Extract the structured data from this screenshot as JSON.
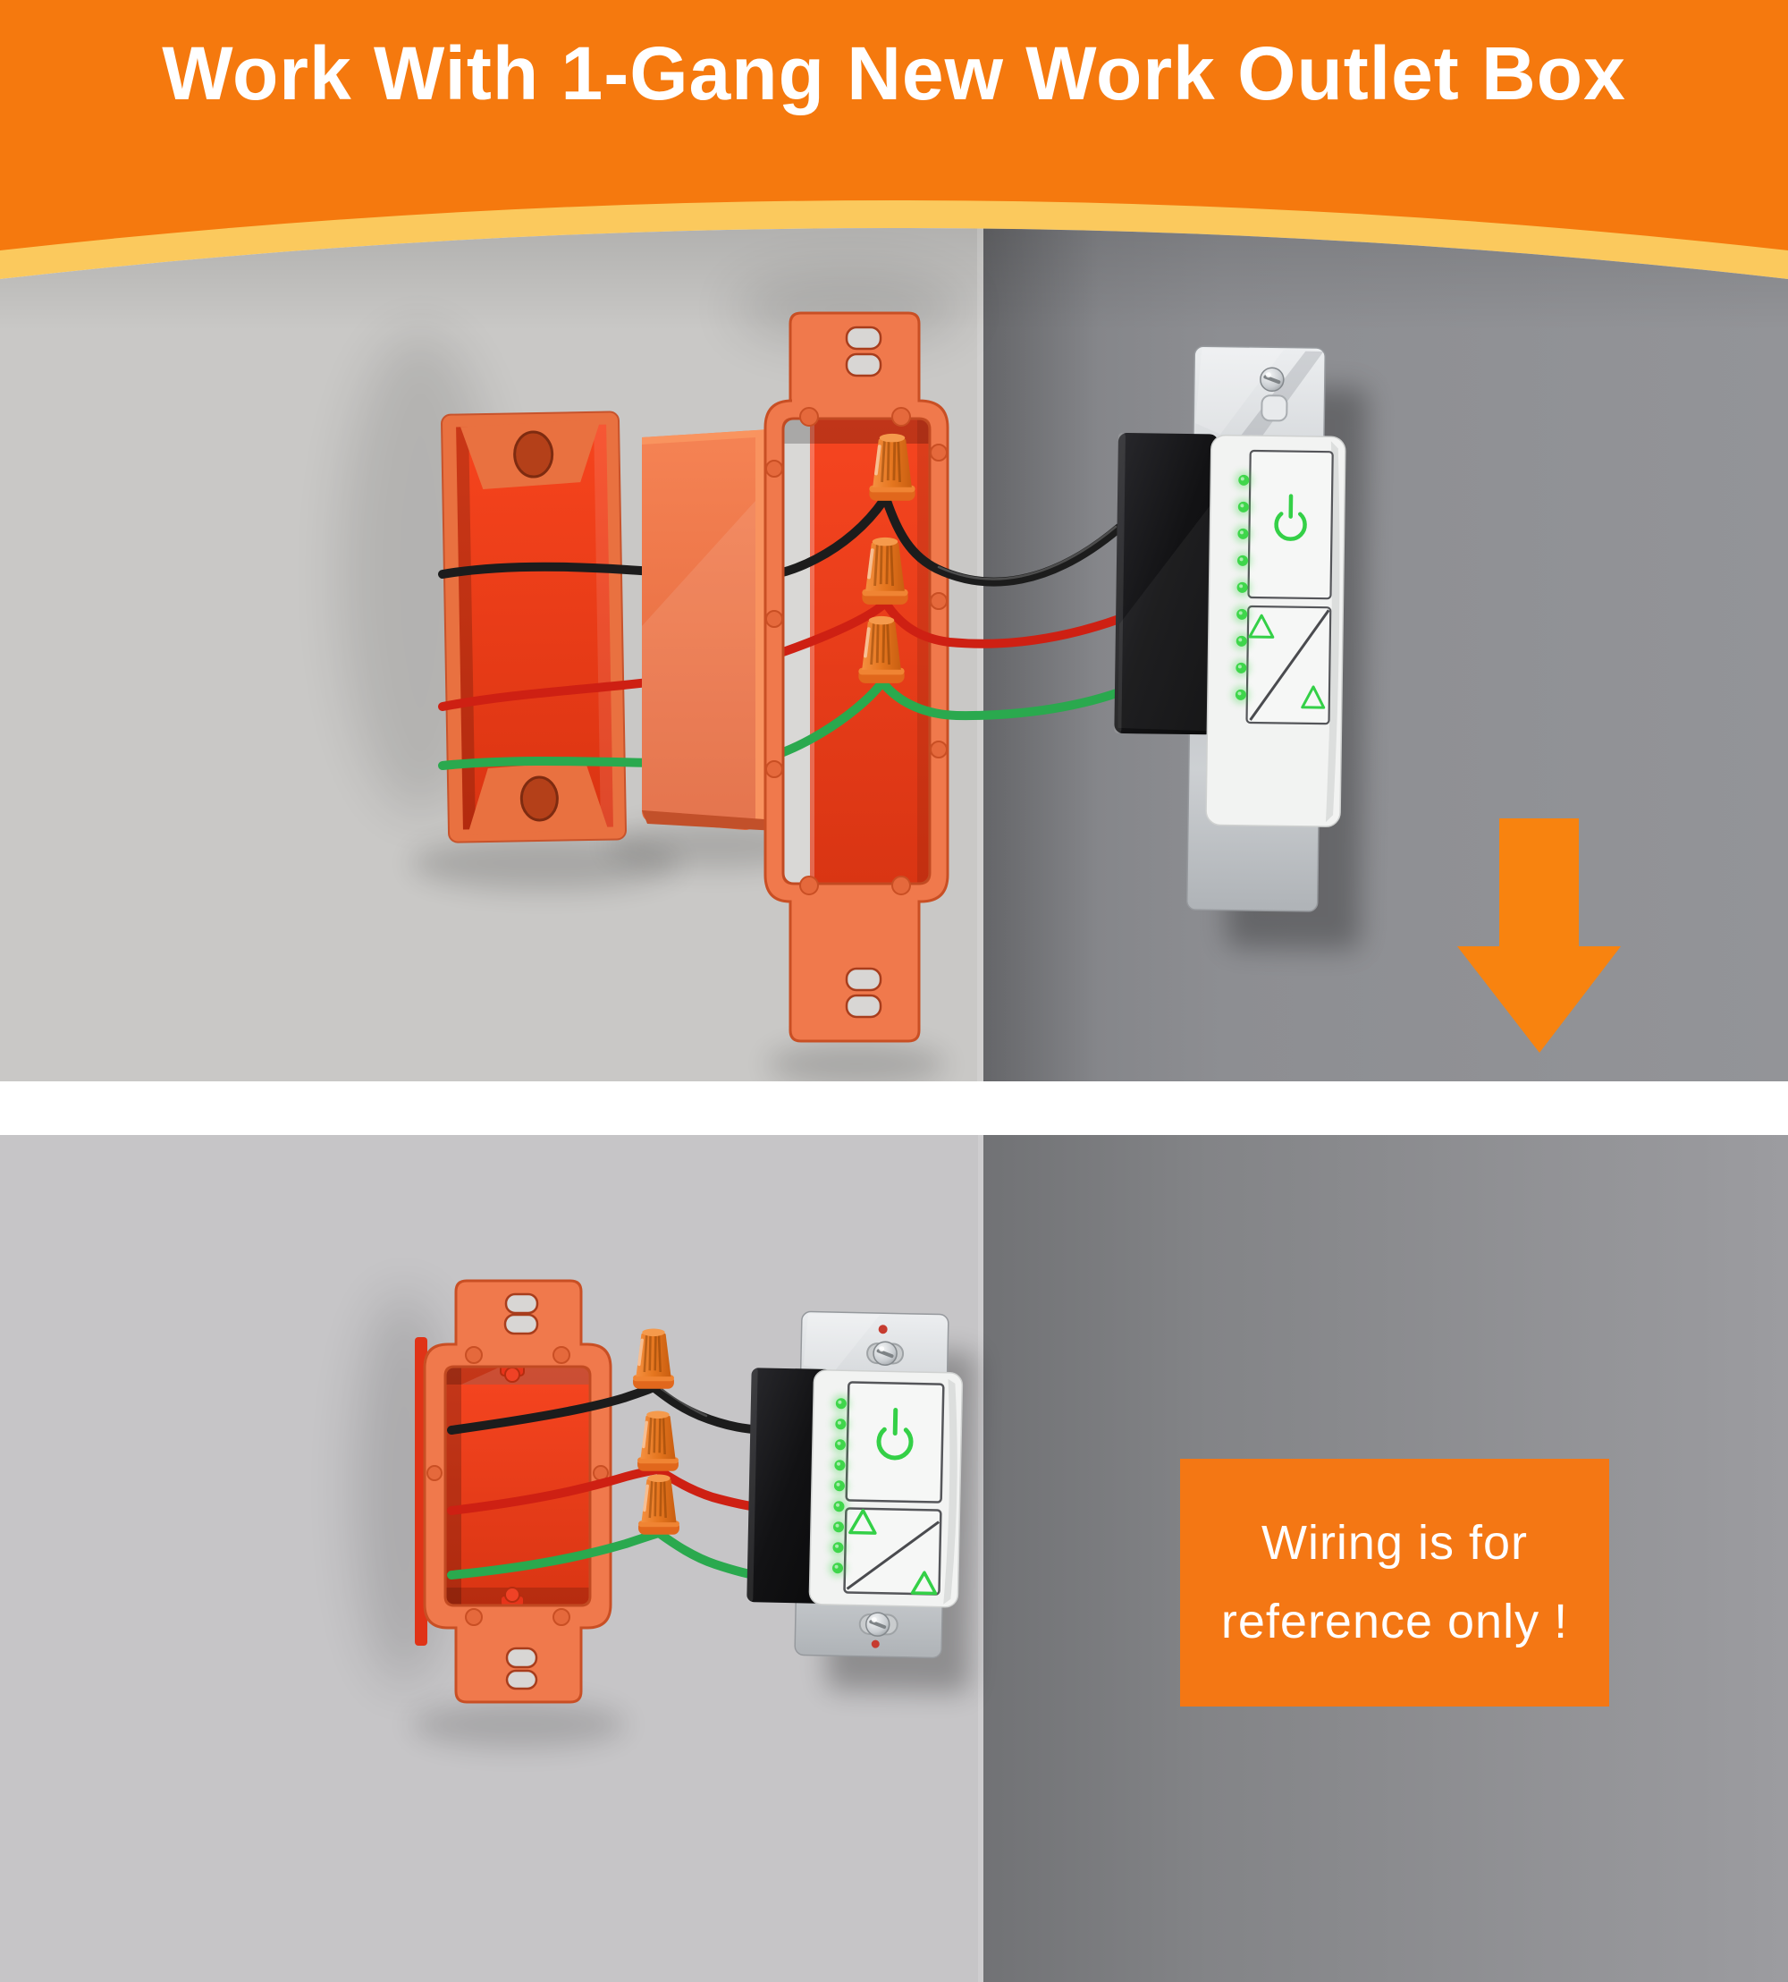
{
  "header": {
    "title": "Work With 1-Gang New Work Outlet Box"
  },
  "callout": {
    "line1": "Wiring is for",
    "line2": "reference only !"
  },
  "switch": {
    "led_count": 9,
    "wire_colors": [
      "black",
      "red",
      "green"
    ]
  },
  "colors": {
    "header_orange": "#F5790E",
    "arc_yellow": "#FBC95D",
    "callout_orange": "#F47714",
    "arrow_orange": "#F8830F",
    "box_red": "#EF3A1A",
    "bracket_orange": "#F0794C",
    "wire_black": "#1C1C1C",
    "wire_red": "#CE2013",
    "wire_green": "#2AA94E",
    "led_green": "#3FD64B",
    "icon_green": "#34D047"
  }
}
